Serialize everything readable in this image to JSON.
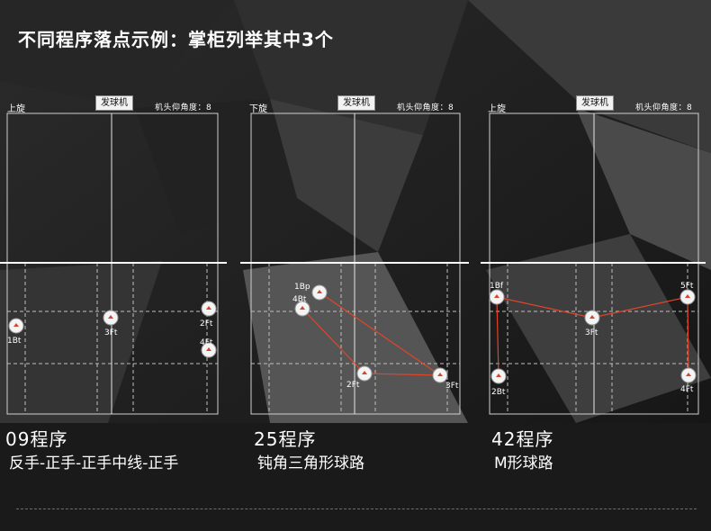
{
  "title": "不同程序落点示例：掌柜列举其中3个",
  "colors": {
    "path": "#e0452b",
    "divider": "#d9432c"
  },
  "panels": [
    {
      "spin": "上旋",
      "machine_label": "发球机",
      "angle_label": "机头仰角度：",
      "angle_value": "8",
      "program": "09程序",
      "description": "反手-正手-正手中线-正手",
      "balls": [
        {
          "id": "1Bt",
          "label": "1Bt"
        },
        {
          "id": "3Ft",
          "label": "3Ft"
        },
        {
          "id": "2Ft",
          "label": "2Ft"
        },
        {
          "id": "4Ft",
          "label": "4Ft"
        }
      ],
      "path": []
    },
    {
      "spin": "下旋",
      "machine_label": "发球机",
      "angle_label": "机头仰角度：",
      "angle_value": "8",
      "program": "25程序",
      "description": "钝角三角形球路",
      "balls": [
        {
          "id": "1Bp",
          "label": "1Bp"
        },
        {
          "id": "4Bt",
          "label": "4Bt"
        },
        {
          "id": "2Ft",
          "label": "2Ft"
        },
        {
          "id": "3Ft",
          "label": "3Ft"
        }
      ],
      "path": [
        "4Bt",
        "2Ft",
        "3Ft",
        "1Bp"
      ]
    },
    {
      "spin": "上旋",
      "machine_label": "发球机",
      "angle_label": "机头仰角度：",
      "angle_value": "8",
      "program": "42程序",
      "description": "M形球路",
      "balls": [
        {
          "id": "1Bf",
          "label": "1Bf"
        },
        {
          "id": "2Bt",
          "label": "2Bt"
        },
        {
          "id": "3Ft",
          "label": "3Ft"
        },
        {
          "id": "5Ft",
          "label": "5Ft"
        },
        {
          "id": "4Ft",
          "label": "4Ft"
        }
      ],
      "path": [
        "2Bt",
        "1Bf",
        "3Ft",
        "5Ft",
        "4Ft"
      ]
    }
  ]
}
